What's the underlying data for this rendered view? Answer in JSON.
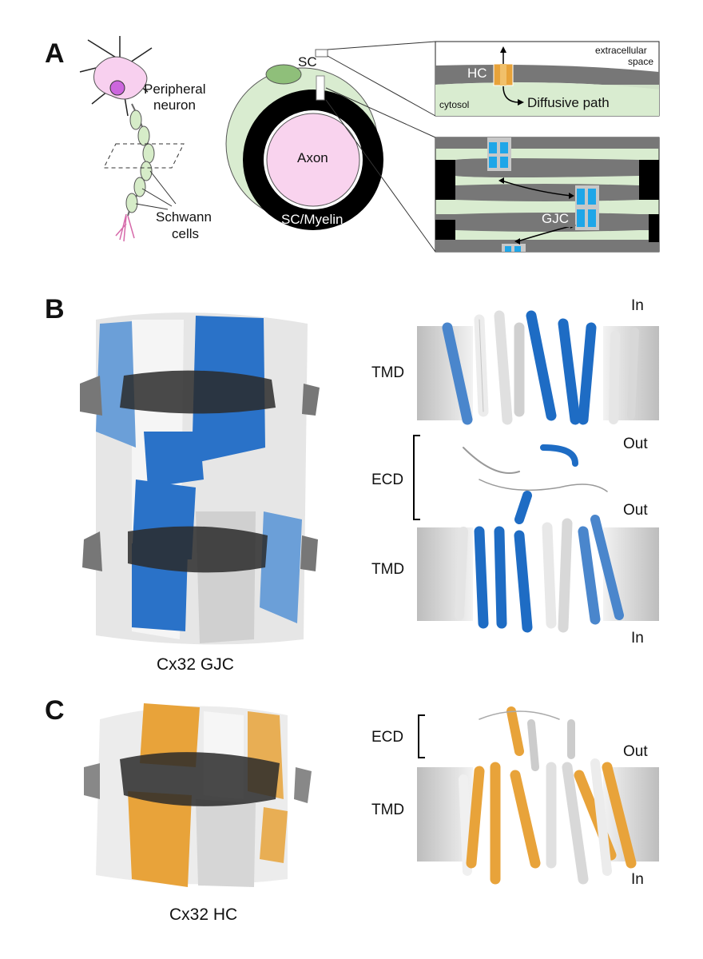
{
  "panels": {
    "a": {
      "letter": "A",
      "neuron_label_1": "Peripheral",
      "neuron_label_2": "neuron",
      "schwann_label_1": "Schwann",
      "schwann_label_2": "cells",
      "sc_label": "SC",
      "axon_label": "Axon",
      "myelin_label": "SC/Myelin",
      "hc_label": "HC",
      "extracellular_1": "extracellular",
      "extracellular_2": "space",
      "cytosol_label": "cytosol",
      "diffusive_label": "Diffusive path",
      "gjc_label": "GJC"
    },
    "b": {
      "letter": "B",
      "caption": "Cx32 GJC",
      "tmd_top": "TMD",
      "ecd": "ECD",
      "tmd_bottom": "TMD",
      "in_top": "In",
      "out_1": "Out",
      "out_2": "Out",
      "in_bottom": "In"
    },
    "c": {
      "letter": "C",
      "caption": "Cx32 HC",
      "ecd": "ECD",
      "tmd": "TMD",
      "out": "Out",
      "in": "In"
    }
  },
  "colors": {
    "blue": "#2a72c8",
    "orange": "#e8a33a",
    "gray": "#8c8c8c",
    "dark": "#2a2a2a",
    "pink": "#f9d3ee",
    "green": "#d9ecd0"
  }
}
